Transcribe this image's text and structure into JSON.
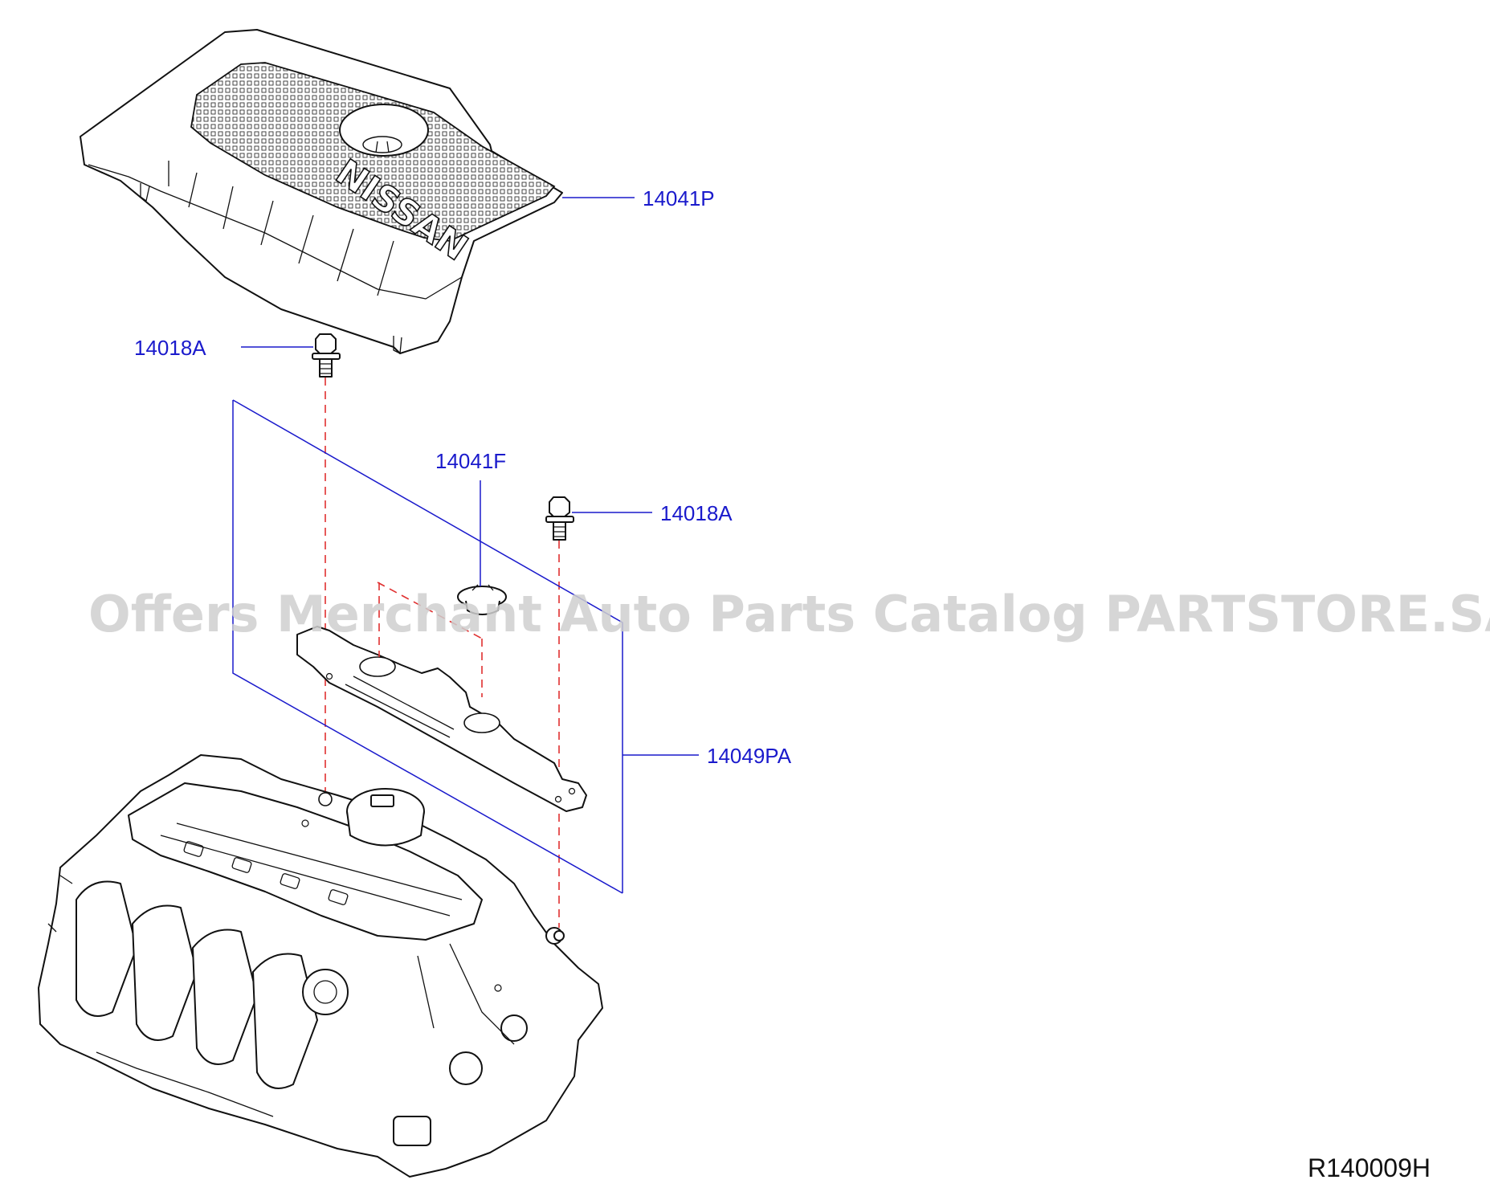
{
  "callouts": {
    "engine_cover": "14041P",
    "bolt_left": "14018A",
    "clip": "14041F",
    "bolt_right": "14018A",
    "bracket_assembly": "14049PA"
  },
  "watermark": "Offers Merchant Auto Parts Catalog PARTSTORE.SA",
  "cover_logo": "NISSAN",
  "diagram_code": "R140009H"
}
